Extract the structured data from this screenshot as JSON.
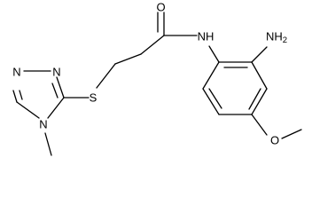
{
  "molecule": {
    "atoms": {
      "oxygen_carbonyl": "O",
      "amide_nh": "NH",
      "amino": "NH2",
      "sulfur": "S",
      "oxygen_methoxy": "O",
      "triazole_n1": "N",
      "triazole_n2": "N",
      "triazole_n4": "N"
    },
    "colors": {
      "bond": "#000000",
      "text": "#000000",
      "background": "#ffffff"
    }
  }
}
